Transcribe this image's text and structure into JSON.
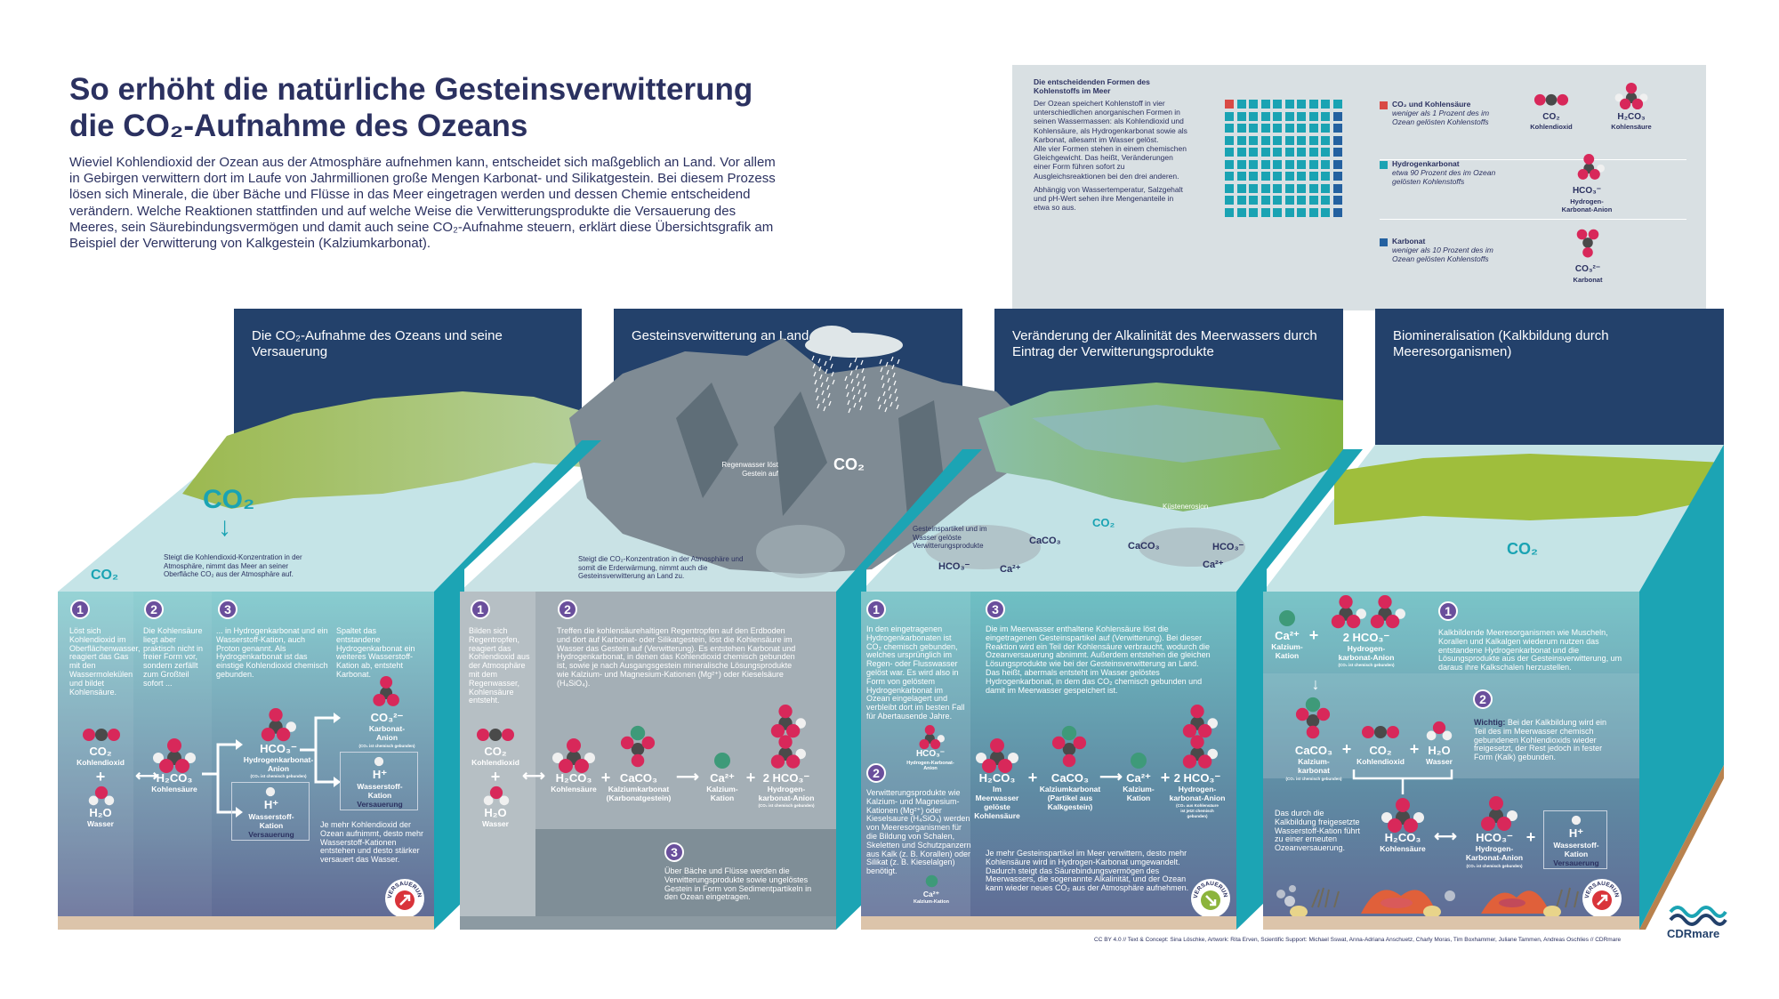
{
  "title_line1": "So erhöht die natürliche Gesteinsverwitterung",
  "title_line2": "die CO₂-Aufnahme des Ozeans",
  "intro": "Wieviel Kohlendioxid der Ozean aus der Atmosphäre aufnehmen kann, entscheidet sich maßgeblich an Land. Vor allem in Gebirgen verwittern dort im Laufe von Jahrmillionen große Mengen Karbonat- und Silikatgestein. Bei diesem Prozess lösen sich Minerale, die über Bäche und Flüsse in das Meer eingetragen werden und dessen Chemie entscheidend verändern. Welche Reaktionen stattfinden und auf welche Weise die Verwitterungsprodukte die Versauerung des Meeres, sein Säurebindungsvermögen und damit auch seine CO₂-Aufnahme steuern, erklärt diese Übersichtsgrafik am Beispiel der Verwitterung von Kalkgestein (Kalziumkarbonat).",
  "info": {
    "title": "Die entscheidenden Formen des Kohlenstoffs im Meer",
    "p1": "Der Ozean speichert Kohlenstoff in vier unterschiedlichen anorganischen Formen in seinen Wassermassen: als Kohlendioxid und Kohlensäure, als Hydrogenkarbonat sowie als Karbonat, allesamt im Wasser gelöst.",
    "p2": "Alle vier Formen stehen in einem chemischen Gleichgewicht. Das heißt, Veränderungen einer Form führen sofort zu Ausgleichsreaktionen bei den drei anderen.",
    "p3": "Abhängig von Wassertemperatur, Salzgehalt und pH-Wert sehen ihre Mengenanteile in etwa so aus.",
    "legend": [
      {
        "name": "CO₂ und Kohlensäure",
        "desc": "weniger als 1 Prozent des im Ozean gelösten Kohlenstoffs",
        "color": "#d94a45"
      },
      {
        "name": "Hydrogenkarbonat",
        "desc": "etwa 90 Prozent des im Ozean gelösten Kohlenstoffs",
        "color": "#1aa3b3"
      },
      {
        "name": "Karbonat",
        "desc": "weniger als 10 Prozent des im Ozean gelösten Kohlenstoffs",
        "color": "#2461a0"
      }
    ],
    "molecules": {
      "co2": {
        "f": "CO₂",
        "n": "Kohlendioxid"
      },
      "h2co3": {
        "f": "H₂CO₃",
        "n": "Kohlensäure"
      },
      "hco3": {
        "f": "HCO₃⁻",
        "n": "Hydrogen-Karbonat-Anion"
      },
      "co3": {
        "f": "CO₃²⁻",
        "n": "Karbonat"
      }
    }
  },
  "chart_data": {
    "type": "waffle",
    "total": 100,
    "categories": [
      "CO₂ und Kohlensäure",
      "Hydrogenkarbonat",
      "Karbonat"
    ],
    "values": [
      1,
      90,
      9
    ],
    "colors": [
      "#d94a45",
      "#1aa3b3",
      "#2461a0"
    ]
  },
  "headers": [
    "Die CO₂-Aufnahme des Ozeans und seine Versauerung",
    "Gesteinsverwitterung an Land",
    "Veränderung der Alkalinität des Meerwassers durch Eintrag der Verwitterungsprodukte",
    "Biomineralisation (Kalkbildung durch Meeresorganismen)"
  ],
  "landscape": {
    "co2_big": "CO₂",
    "co2_small": "CO₂",
    "ocean_uptake": "Steigt die Kohlendioxid-Konzentration in der Atmosphäre, nimmt das Meer an seiner Oberfläche CO₂ aus der Atmosphäre auf.",
    "land_weathering": "Steigt die CO₂-Konzentration in der Atmosphäre und somit die Erderwärmung, nimmt auch die Gesteinsverwitterung an Land zu.",
    "rain": "Regenwasser löst Gestein auf",
    "co2_rain": "CO₂",
    "particles": "Gesteinspartikel und im Wasser gelöste Verwitterungsprodukte",
    "caco3": "CaCO₃",
    "hco3": "HCO₃⁻",
    "ca": "Ca²⁺",
    "co2_sea": "CO₂",
    "coast": "Küstenerosion",
    "co2_bio": "CO₂"
  },
  "common": {
    "co2": "CO₂",
    "kohlendioxid": "Kohlendioxid",
    "h2o": "H₂O",
    "wasser": "Wasser",
    "h2co3": "H₂CO₃",
    "kohlensaeure": "Kohlensäure",
    "hco3": "HCO₃⁻",
    "h": "H⁺",
    "wasserstoff_kation": "Wasserstoff-Kation",
    "versauerung": "Versauerung",
    "caco3": "CaCO₃",
    "ca": "Ca²⁺",
    "kalzium_kation": "Kalzium-Kation",
    "two_hco3": "2 HCO₃⁻",
    "hydrogen_karbonat_anion": "Hydrogen-karbonat-Anion",
    "gebunden": "(CO₂ ist chemisch gebunden)",
    "plus": "+",
    "arrow_eq": "⟷",
    "arrow": "⟶",
    "arrow_down": "↓",
    "badge": "VERSAUERUNG"
  },
  "panel1": {
    "t1": "Löst sich Kohlendioxid im Oberflächenwasser, reagiert das Gas mit den Wassermolekülen und bildet Kohlensäure.",
    "t2": "Die Kohlensäure liegt aber praktisch nicht in freier Form vor, sondern zerfällt zum Großteil sofort ...",
    "t3": "... in Hydrogenkarbonat und ein Wasserstoff-Kation, auch Proton genannt. Als Hydrogenkarbonat ist das einstige Kohlendioxid chemisch gebunden.",
    "t4": "Spaltet das entstandene Hydrogenkarbonat ein weiteres Wasserstoff-Kation ab, entsteht Karbonat.",
    "hco3_name": "Hydrogenkarbonat-Anion",
    "co3": "CO₃²⁻",
    "co3_name": "Karbonat-Anion",
    "t5": "Je mehr Kohlendioxid der Ozean aufnimmt, desto mehr Wasserstoff-Kationen entstehen und desto stärker versauert das Wasser."
  },
  "panel2": {
    "t1": "Bilden sich Regentropfen, reagiert das Kohlendioxid aus der Atmosphäre mit dem Regenwasser, Kohlensäure entsteht.",
    "t2": "Treffen die kohlensäurehaltigen Regentropfen auf den Erdboden und dort auf Karbonat- oder Silikatgestein, löst die Kohlensäure im Wasser das Gestein auf (Verwitterung). Es entstehen Karbonat und Hydrogenkarbonat, in denen das Kohlendioxid chemisch gebunden ist, sowie je nach Ausgangsgestein mineralische Lösungsprodukte wie Kalzium- und Magnesium-Kationen (Mg²⁺) oder Kieselsäure (H₄SiO₄).",
    "caco3_name": "Kalziumkarbonat (Karbonatgestein)",
    "t3": "Über Bäche und Flüsse werden die Verwitterungsprodukte sowie ungelöstes Gestein in Form von Sedimentpartikeln in den Ozean eingetragen."
  },
  "panel3": {
    "t1": "In den eingetragenen Hydrogenkarbonaten ist CO₂ chemisch gebunden, welches ursprünglich im Regen- oder Flusswasser gelöst war. Es wird also in Form von gelöstem Hydrogenkarbonat im Ozean eingelagert und verbleibt dort im besten Fall für Abertausende Jahre.",
    "hco3_name": "Hydrogen-Karbonat-Anion",
    "t2": "Verwitterungsprodukte wie Kalzium- und Magnesium-Kationen (Mg²⁺) oder Kieselsaure (H₄SiO₄) werden von Meeresorganismen für die Bildung von Schalen, Skeletten und Schutzpanzern aus Kalk (z. B. Korallen) oder Silikat (z. B. Kieselalgen) benötigt.",
    "t3": "Die im Meerwasser enthaltene Kohlensäure löst die eingetragenen Gesteinspartikel auf (Verwitterung). Bei dieser Reaktion wird ein Teil der Kohlensäure verbraucht, wodurch die Ozeanversauerung abnimmt. Außerdem entstehen die gleichen Lösungsprodukte wie bei der Gesteinsverwitterung an Land. Das heißt, abermals entsteht im Wasser gelöstes Hydrogenkarbonat, in dem das CO₂ chemisch gebunden und damit im Meerwasser gespeichert ist.",
    "h2co3_name": "Im Meerwasser gelöste Kohlensäure",
    "caco3_name": "Kalziumkarbonat (Partikel aus Kalkgestein)",
    "hco3_note": "(CO₂ aus Kohlensäure ist jetzt chemisch gebunden)",
    "t4": "Je mehr Gesteinspartikel im Meer verwittern, desto mehr Kohlensäure wird in Hydrogen-Karbonat umgewandelt. Dadurch steigt das Säurebindungsvermögen des Meerwassers, die sogenannte Alkalinität, und der Ozean kann wieder neues CO₂ aus der Atmosphäre aufnehmen."
  },
  "panel4": {
    "t1": "Kalkbildende Meeresorganismen wie Muscheln, Korallen und Kalkalgen wiederum nutzen das entstandene Hydrogenkarbonat und die Lösungsprodukte aus der Gesteinsverwitterung, um daraus ihre Kalkschalen herzustellen.",
    "caco3_name": "Kalzium-karbonat",
    "t2_bold": "Wichtig:",
    "t2": " Bei der Kalkbildung wird ein Teil des im Meerwasser chemisch gebundenen Kohlendioxids wieder freigesetzt, der Rest jedoch in fester Form (Kalk) gebunden.",
    "t3": "Das durch die Kalkbildung freigesetzte Wasserstoff-Kation führt zu einer erneuten Ozeanversauerung.",
    "hco3_name": "Hydrogen-Karbonat-Anion"
  },
  "nums": [
    "1",
    "2",
    "3"
  ],
  "credit": "CC BY 4.0 // Text & Concept: Sina Löschke, Artwork: Rita Erven, Scientific Support: Michael Sswat, Anna-Adriana Anschuetz, Charly Moras, Tim Boxhammer, Juliane Tammen, Andreas Oschlies // CDRmare",
  "logo": "CDRmare",
  "colors": {
    "navy": "#2b3160",
    "header": "#23416b",
    "teal": "#1ca4b4",
    "acid_red": "#d9343a",
    "alk_green": "#8cb43c"
  }
}
